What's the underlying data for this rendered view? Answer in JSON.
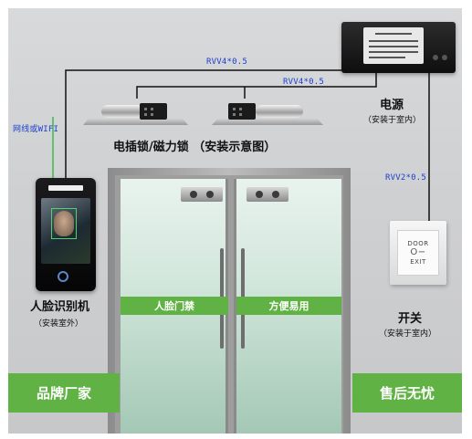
{
  "wires": {
    "power_to_terminal": "RVV4*0.5",
    "power_to_locks": "RVV4*0.5",
    "terminal_network": "网线或WIFI",
    "power_to_switch": "RVV2*0.5"
  },
  "power_supply": {
    "title": "电源",
    "note": "（安装于室内）"
  },
  "locks": {
    "caption": "电插锁/磁力锁 （安装示意图）"
  },
  "terminal": {
    "title": "人脸识别机",
    "note": "（安装室外）"
  },
  "door": {
    "left_sign": "人脸门禁",
    "right_sign": "方便易用"
  },
  "exit_switch": {
    "face_top": "DOOR",
    "face_key": "O−",
    "face_bottom": "EXIT",
    "title": "开关",
    "note": "（安装于室内）"
  },
  "banners": {
    "left": "品牌厂家",
    "right": "售后无忧"
  },
  "colors": {
    "accent_green": "#5fb243",
    "wire_label_blue": "#1a3fcf",
    "wire_black": "#111111",
    "wire_green": "#3dbb4a"
  }
}
